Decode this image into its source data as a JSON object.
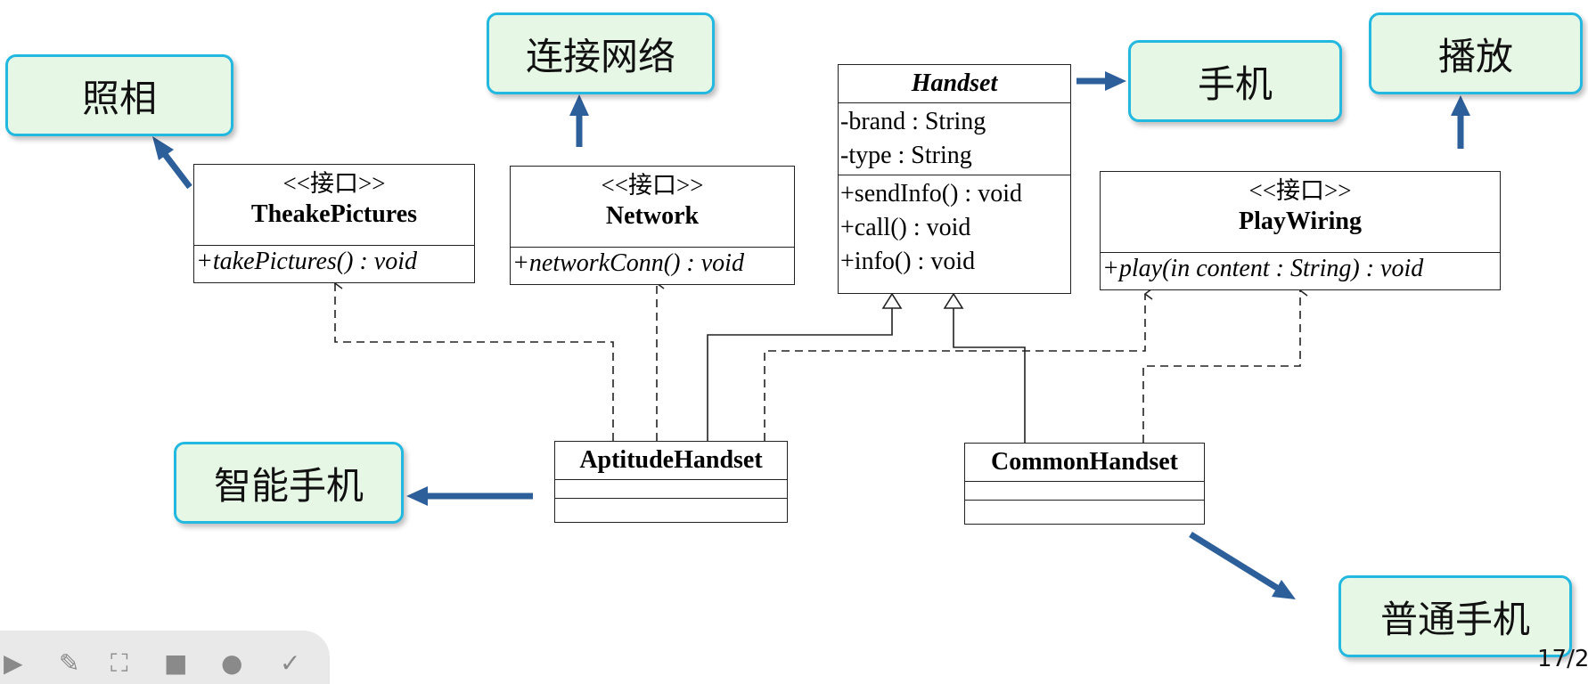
{
  "callouts": {
    "photo": "照相",
    "network": "连接网络",
    "phone": "手机",
    "play": "播放",
    "smart_phone": "智能手机",
    "normal_phone": "普通手机"
  },
  "classes": {
    "theake": {
      "stereotype": "<<接口>>",
      "name": "TheakePictures",
      "method": "+takePictures() : void"
    },
    "network": {
      "stereotype": "<<接口>>",
      "name": "Network",
      "method": "+networkConn() : void"
    },
    "handset": {
      "name": "Handset",
      "attributes": [
        "-brand : String",
        "-type : String"
      ],
      "methods": [
        "+sendInfo() : void",
        "+call() : void",
        "+info() : void"
      ]
    },
    "playwiring": {
      "stereotype": "<<接口>>",
      "name": "PlayWiring",
      "method": "+play(in content : String) : void"
    },
    "aptitude": {
      "name": "AptitudeHandset"
    },
    "common": {
      "name": "CommonHandset"
    }
  },
  "colors": {
    "arrow": "#2d5f9a",
    "callout_fill": "#e6f7e6",
    "callout_border": "#22b8df"
  },
  "toolbar": {
    "icons": [
      "play-icon",
      "pen-icon",
      "capture-icon",
      "camera-icon",
      "chat-icon",
      "check-icon"
    ]
  },
  "page_number": "17/2"
}
